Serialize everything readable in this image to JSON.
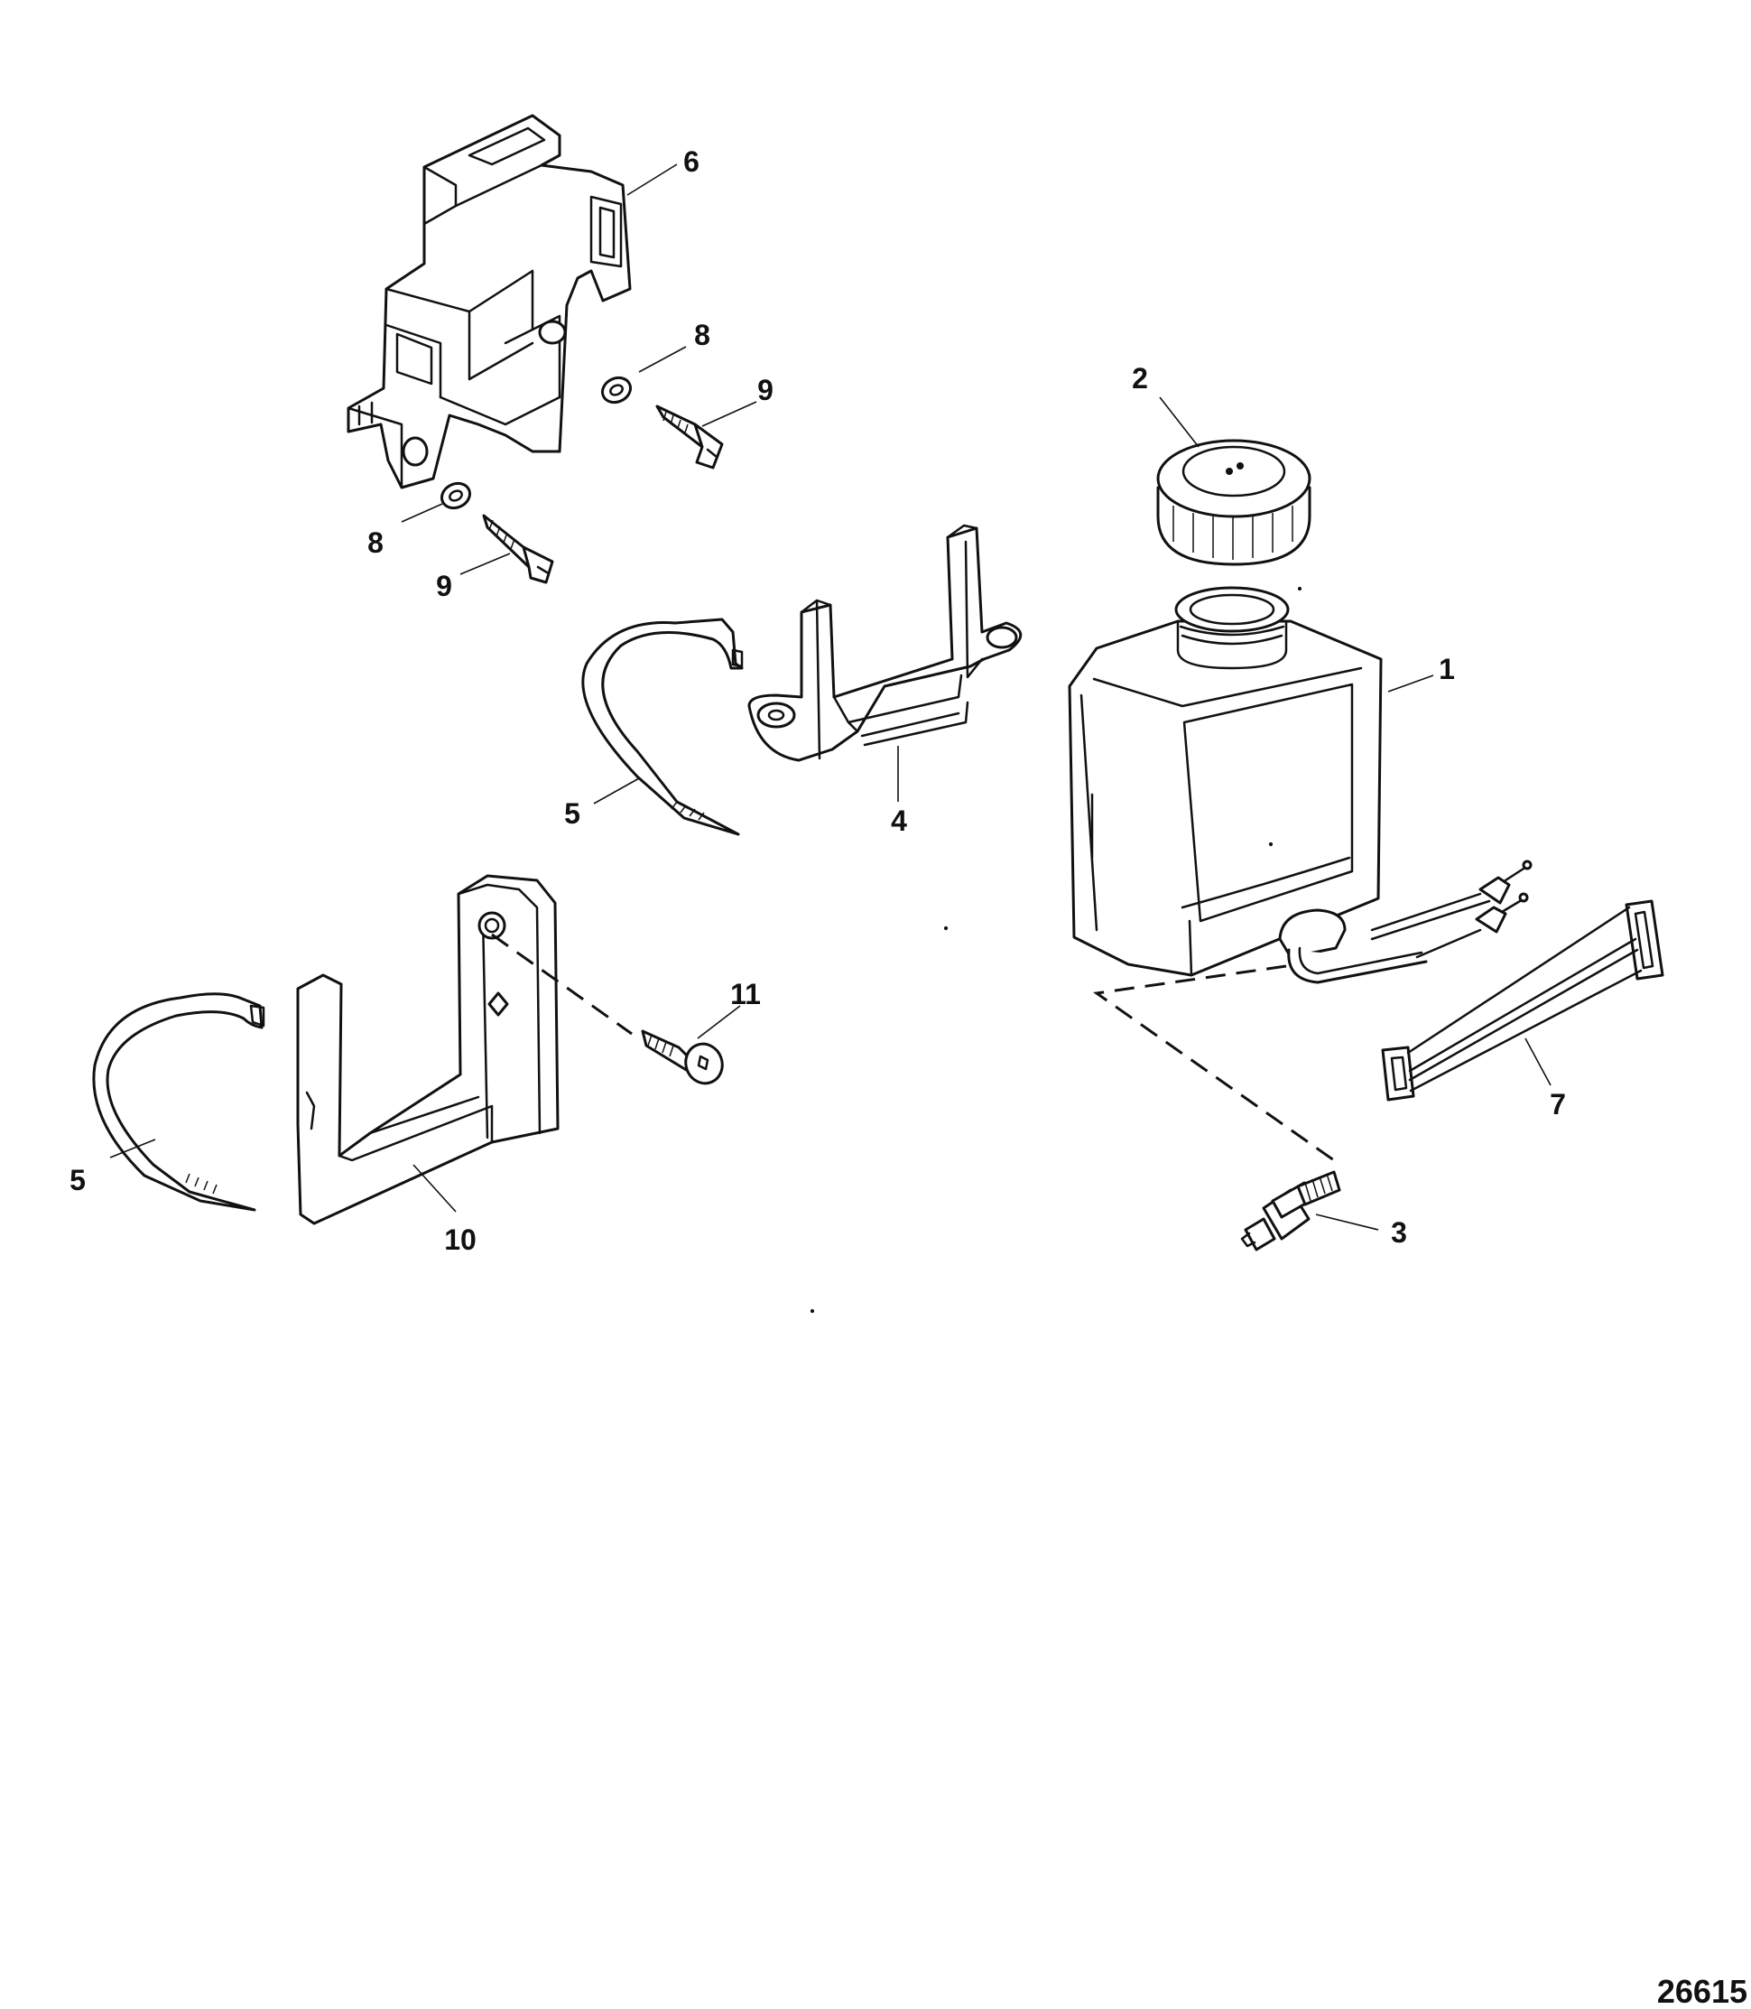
{
  "diagram": {
    "figure_number": "26615",
    "callouts": [
      {
        "id": "c1",
        "label": "1"
      },
      {
        "id": "c2",
        "label": "2"
      },
      {
        "id": "c3",
        "label": "3"
      },
      {
        "id": "c4",
        "label": "4"
      },
      {
        "id": "c5a",
        "label": "5"
      },
      {
        "id": "c5b",
        "label": "5"
      },
      {
        "id": "c6",
        "label": "6"
      },
      {
        "id": "c7",
        "label": "7"
      },
      {
        "id": "c8a",
        "label": "8"
      },
      {
        "id": "c8b",
        "label": "8"
      },
      {
        "id": "c9a",
        "label": "9"
      },
      {
        "id": "c9b",
        "label": "9"
      },
      {
        "id": "c10",
        "label": "10"
      },
      {
        "id": "c11",
        "label": "11"
      }
    ]
  }
}
